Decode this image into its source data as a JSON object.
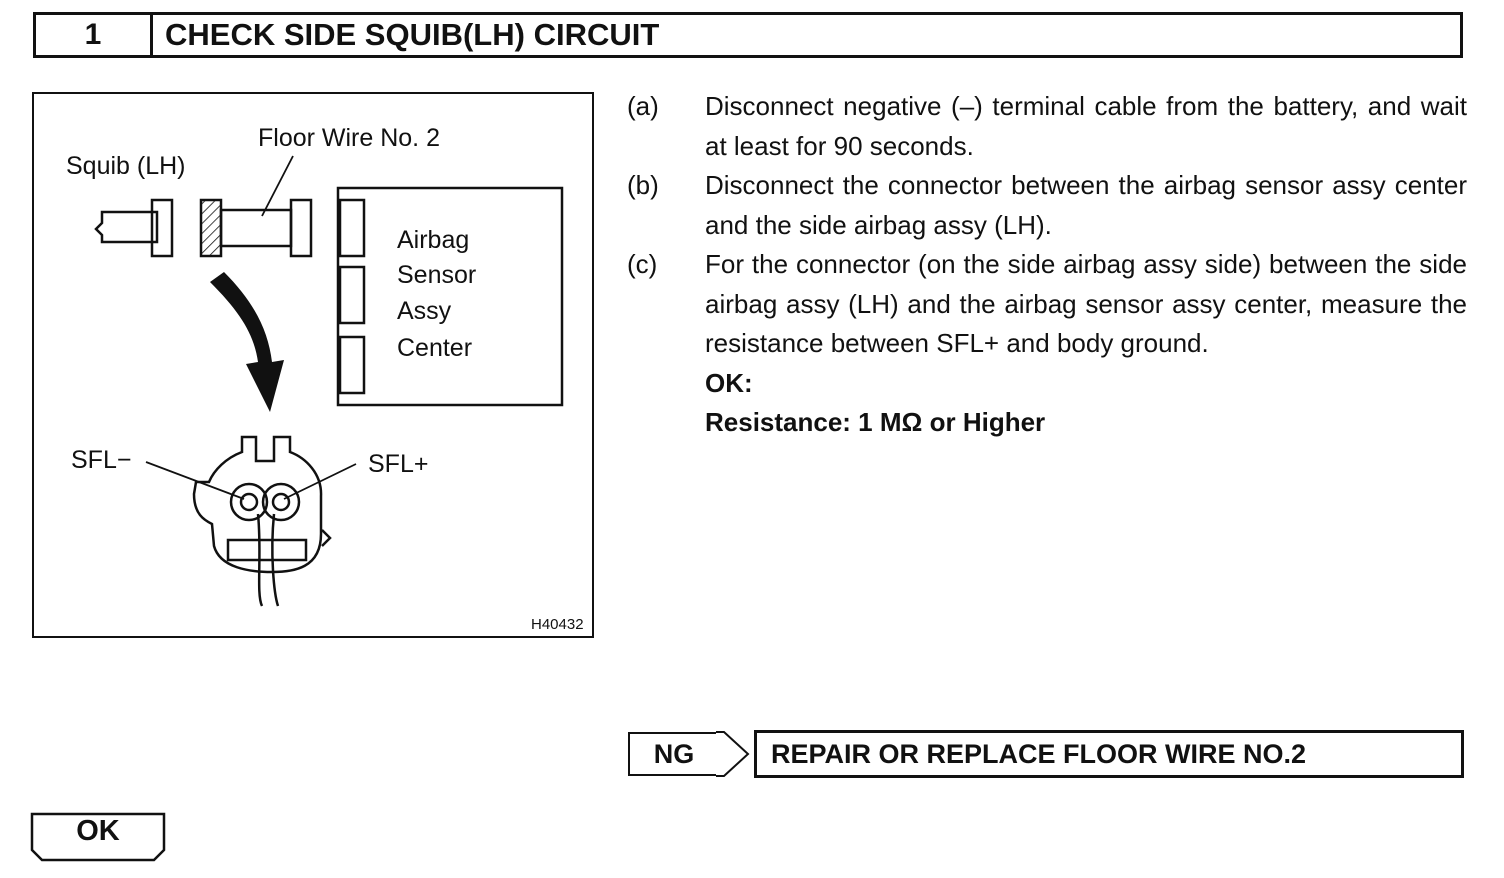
{
  "header": {
    "step_number": "1",
    "title": "CHECK SIDE SQUIB(LH) CIRCUIT"
  },
  "figure": {
    "labels": {
      "squib": "Squib (LH)",
      "floor_wire": "Floor Wire No. 2",
      "airbag_line1": "Airbag",
      "airbag_line2": "Sensor",
      "airbag_line3": "Assy",
      "airbag_line4": "Center",
      "sfl_minus": "SFL−",
      "sfl_plus": "SFL+"
    },
    "code": "H40432"
  },
  "steps": [
    {
      "letter": "(a)",
      "text": "Disconnect negative (–) terminal cable from the battery, and wait at least for 90 seconds."
    },
    {
      "letter": "(b)",
      "text": "Disconnect the connector between the airbag sensor assy center and the side airbag assy (LH)."
    },
    {
      "letter": "(c)",
      "text": "For the connector (on the side airbag assy side) between the side airbag assy (LH) and the airbag sensor assy center, measure the resistance between SFL+ and body ground."
    }
  ],
  "spec": {
    "ok_label": "OK:",
    "resistance": "Resistance: 1 MΩ or Higher"
  },
  "ng": {
    "label": "NG",
    "action": "REPAIR OR REPLACE FLOOR WIRE NO.2"
  },
  "ok": {
    "label": "OK"
  }
}
